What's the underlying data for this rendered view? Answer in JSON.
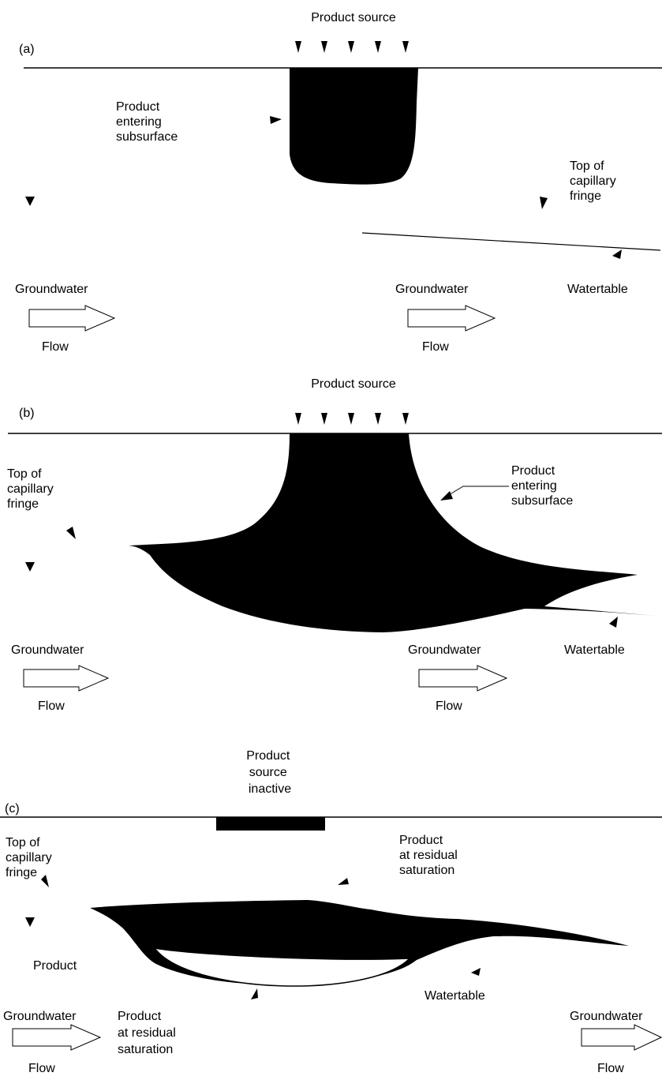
{
  "panel_a": {
    "label": "(a)",
    "source_label": "Product source",
    "entering_label": [
      "Product",
      "entering",
      "subsurface"
    ],
    "fringe_label": [
      "Top of",
      "capillary",
      "fringe"
    ],
    "watertable_label": "Watertable",
    "gw_left": {
      "label": "Groundwater",
      "flow": "Flow"
    },
    "gw_right": {
      "label": "Groundwater",
      "flow": "Flow"
    }
  },
  "panel_b": {
    "label": "(b)",
    "source_label": "Product source",
    "entering_label": [
      "Product",
      "entering",
      "subsurface"
    ],
    "fringe_label": [
      "Top of",
      "capillary",
      "fringe"
    ],
    "watertable_label": "Watertable",
    "gw_left": {
      "label": "Groundwater",
      "flow": "Flow"
    },
    "gw_right": {
      "label": "Groundwater",
      "flow": "Flow"
    }
  },
  "panel_c": {
    "label": "(c)",
    "source_label": [
      "Product",
      "source",
      "inactive"
    ],
    "residual_top_label": [
      "Product",
      "at residual",
      "saturation"
    ],
    "fringe_label": [
      "Top of",
      "capillary",
      "fringe"
    ],
    "product_label": "Product",
    "watertable_label": "Watertable",
    "residual_bottom_label": [
      "Product",
      "at residual",
      "saturation"
    ],
    "gw_left": {
      "label": "Groundwater",
      "flow": "Flow"
    },
    "gw_right": {
      "label": "Groundwater",
      "flow": "Flow"
    }
  }
}
